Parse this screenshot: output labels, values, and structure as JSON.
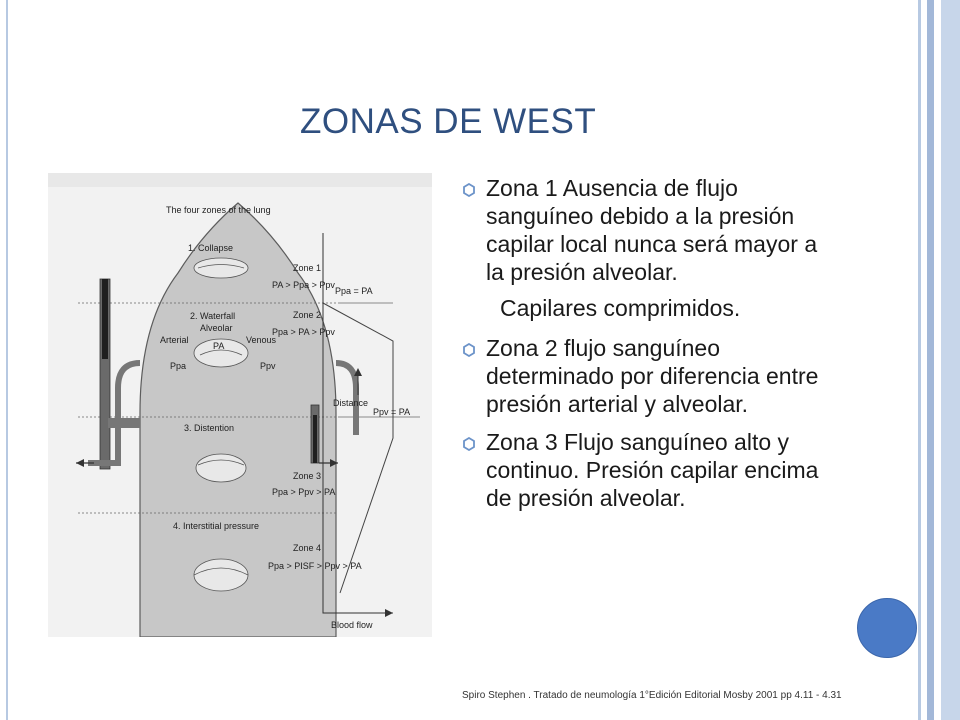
{
  "slide": {
    "title": "ZONAS DE WEST",
    "bullets": [
      {
        "text": "Zona 1  Ausencia de flujo sanguíneo debido a la presión capilar local nunca será mayor a la presión alveolar."
      },
      {
        "continuation": "Capilares comprimidos."
      },
      {
        "text": "Zona 2 flujo sanguíneo determinado por diferencia entre presión arterial y alveolar."
      },
      {
        "text": "Zona 3 Flujo sanguíneo alto y continuo. Presión  capilar encima de presión alveolar."
      }
    ],
    "citation": "Spiro Stephen . Tratado de neumología 1°Edición Editorial Mosby 2001 pp 4.11 - 4.31"
  },
  "figure": {
    "heading": "The four zones of the lung",
    "zones": [
      {
        "number": "1. Collapse",
        "zone_label": "Zone 1",
        "formula": "PA > Ppa > Ppv"
      },
      {
        "number": "2. Waterfall",
        "zone_label": "Zone 2",
        "formula": "Ppa > PA > Ppv"
      },
      {
        "number": "3. Distention",
        "zone_label": "Zone 3",
        "formula": "Ppa > Ppv > PA"
      },
      {
        "number": "4. Interstitial pressure",
        "zone_label": "Zone 4",
        "formula": "Ppa > PISF > Ppv > PA"
      }
    ],
    "alveolar": "Alveolar",
    "arterial": "Arterial",
    "venous": "Venous",
    "pa_small": "PA",
    "ppa_small": "Ppa",
    "ppv_small": "Ppv",
    "ppa_eq_pa": "Ppa = PA",
    "ppv_eq_pa": "Ppv = PA",
    "distance": "Distance",
    "blood_flow": "Blood flow"
  },
  "theme": {
    "title_color": "#2f4f7f",
    "accent": "#4a7ac6",
    "border": "#b7c9e2"
  }
}
